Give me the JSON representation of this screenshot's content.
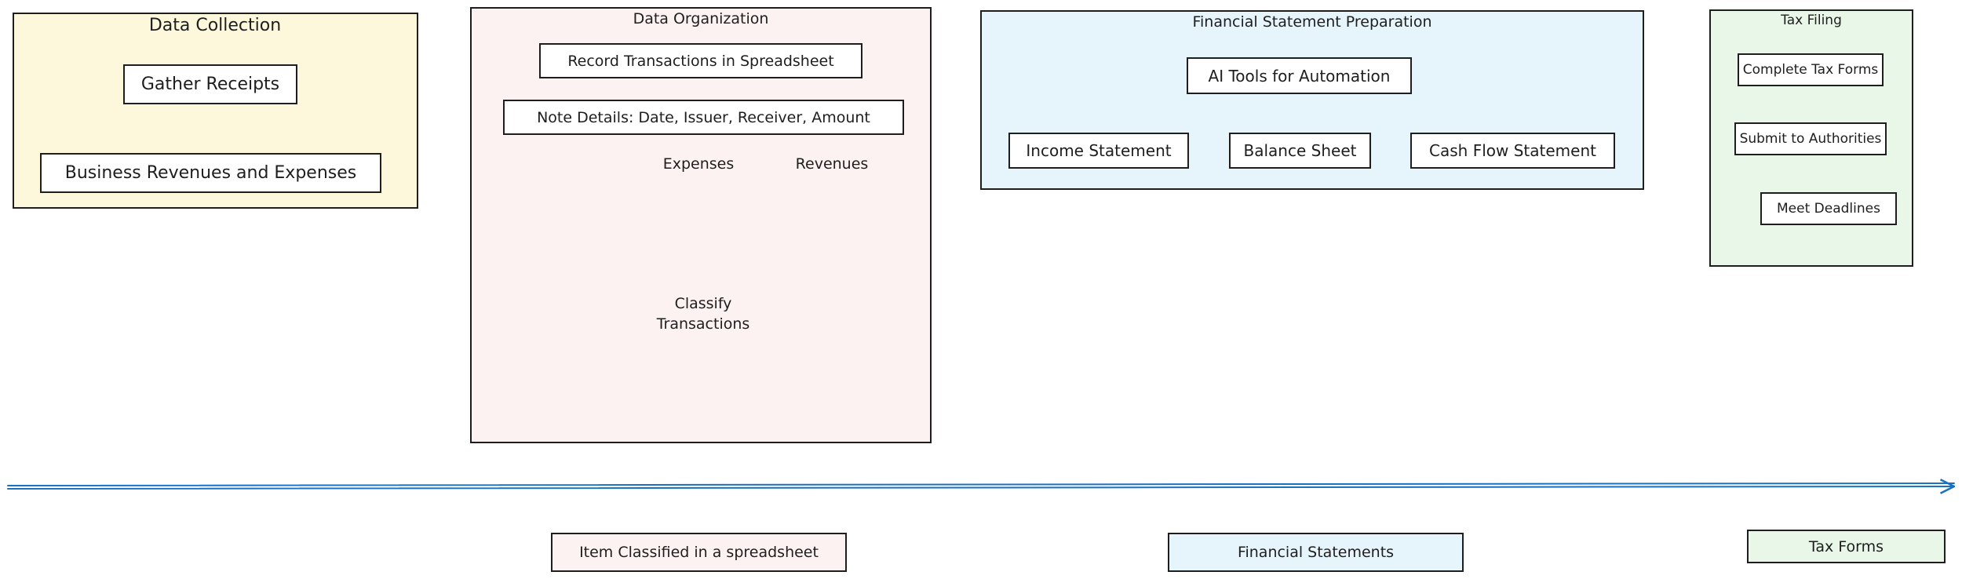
{
  "colors": {
    "data_collection_fill": "#fdf8dc",
    "data_organization_fill": "#fdf2f2",
    "financial_statement_fill": "#e6f4fc",
    "tax_filing_fill": "#e8f7e8",
    "timeline_arrow": "#1971c2",
    "stroke": "#1e1e1e"
  },
  "data_collection": {
    "title": "Data Collection",
    "gather_receipts": "Gather Receipts",
    "business_revenues": "Business Revenues and Expenses"
  },
  "data_organization": {
    "title": "Data Organization",
    "record_transactions": "Record Transactions in Spreadsheet",
    "note_details": "Note Details: Date, Issuer, Receiver, Amount",
    "expenses_label": "Expenses",
    "revenues_label": "Revenues",
    "classify_line1": "Classify",
    "classify_line2": "Transactions"
  },
  "financial_statement": {
    "title": "Financial Statement Preparation",
    "ai_tools": "AI Tools for Automation",
    "income_statement": "Income Statement",
    "balance_sheet": "Balance Sheet",
    "cash_flow": "Cash Flow Statement"
  },
  "tax_filing": {
    "title": "Tax Filing",
    "complete_forms": "Complete Tax Forms",
    "submit": "Submit to Authorities",
    "deadlines": "Meet Deadlines"
  },
  "outputs": {
    "item_classified": "Item Classified in a spreadsheet",
    "financial_statements": "Financial Statements",
    "tax_forms": "Tax Forms"
  }
}
